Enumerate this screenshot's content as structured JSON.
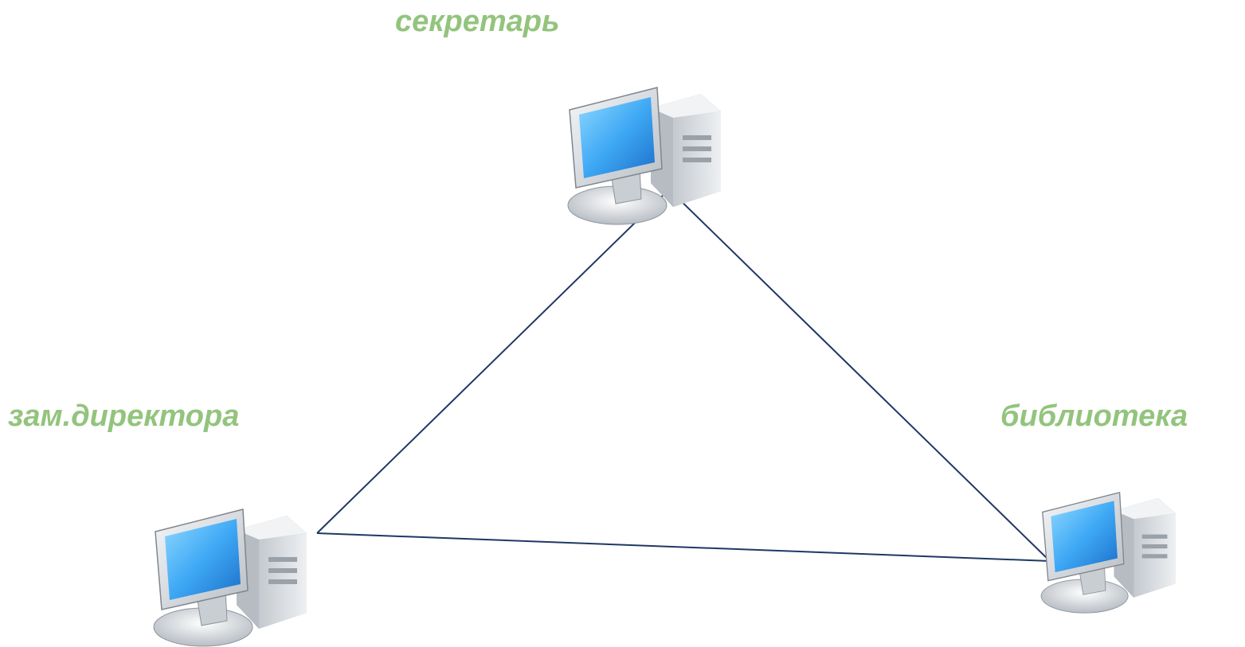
{
  "diagram": {
    "nodes": [
      {
        "id": "secretary",
        "label": "секретарь",
        "icon": "computer-icon"
      },
      {
        "id": "deputy",
        "label": "зам.директора",
        "icon": "computer-icon"
      },
      {
        "id": "library",
        "label": "библиотека",
        "icon": "computer-icon"
      }
    ],
    "edges": [
      {
        "from": "secretary",
        "to": "deputy"
      },
      {
        "from": "secretary",
        "to": "library"
      },
      {
        "from": "deputy",
        "to": "library"
      }
    ],
    "colors": {
      "label": "#93c47d",
      "edge": "#1f3864",
      "screen": "#3fa9f5",
      "case": "#dcdfe3"
    }
  }
}
